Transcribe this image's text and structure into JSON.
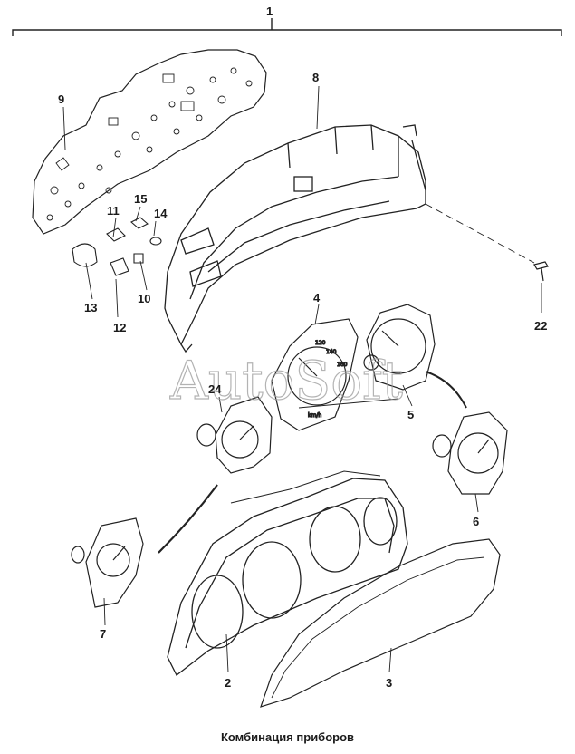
{
  "caption": "Комбинация приборов",
  "watermark": "AutoSoft",
  "callouts": [
    {
      "id": "1",
      "label": "1"
    },
    {
      "id": "2",
      "label": "2"
    },
    {
      "id": "3",
      "label": "3"
    },
    {
      "id": "4",
      "label": "4"
    },
    {
      "id": "5",
      "label": "5"
    },
    {
      "id": "6",
      "label": "6"
    },
    {
      "id": "7",
      "label": "7"
    },
    {
      "id": "8",
      "label": "8"
    },
    {
      "id": "9",
      "label": "9"
    },
    {
      "id": "10",
      "label": "10"
    },
    {
      "id": "11",
      "label": "11"
    },
    {
      "id": "12",
      "label": "12"
    },
    {
      "id": "13",
      "label": "13"
    },
    {
      "id": "14",
      "label": "14"
    },
    {
      "id": "15",
      "label": "15"
    },
    {
      "id": "22",
      "label": "22"
    },
    {
      "id": "24",
      "label": "24"
    }
  ],
  "gauge_text": {
    "dial_a": "120",
    "dial_b": "140",
    "dial_c": "160",
    "unit": "km/h"
  }
}
